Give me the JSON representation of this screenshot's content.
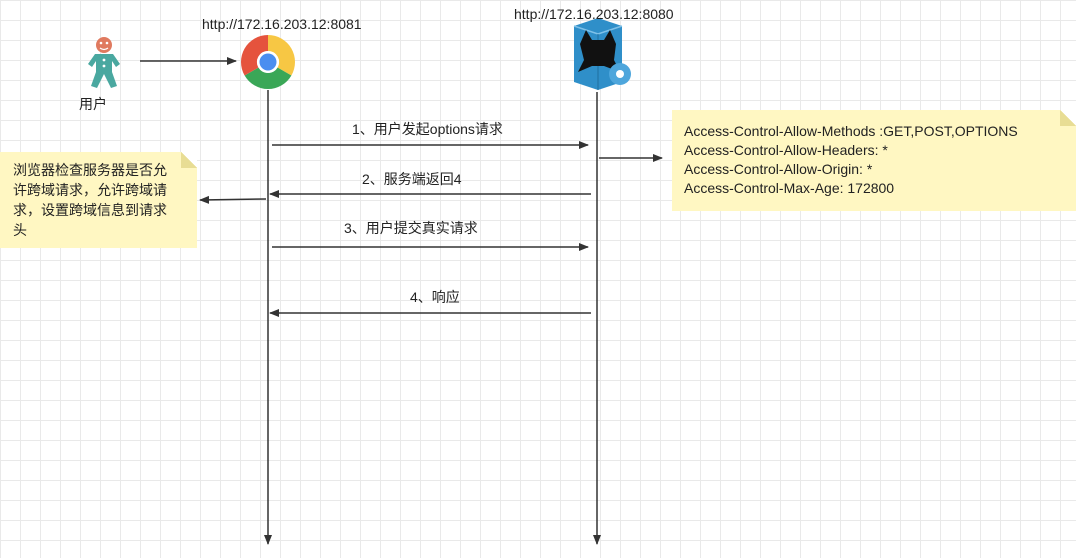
{
  "actors": {
    "user": {
      "label": "用户",
      "icon": "user-figure-icon"
    },
    "browser": {
      "url": "http://172.16.203.12:8081",
      "icon": "chrome-icon"
    },
    "server": {
      "url": "http://172.16.203.12:8080",
      "icon": "tomcat-icon"
    }
  },
  "messages": [
    {
      "label": "1、用户发起options请求"
    },
    {
      "label": "2、服务端返回4"
    },
    {
      "label": "3、用户提交真实请求"
    },
    {
      "label": "4、响应"
    }
  ],
  "notes": {
    "left": {
      "lines": [
        "浏览器检查服务器是否允",
        "许跨域请求，允许跨域请",
        "求，设置跨域信息到请求",
        "头"
      ]
    },
    "right": {
      "lines": [
        "Access-Control-Allow-Methods :GET,POST,OPTIONS",
        "Access-Control-Allow-Headers: *",
        "Access-Control-Allow-Origin: *",
        "Access-Control-Max-Age: 172800"
      ]
    }
  },
  "colors": {
    "note_fill": "#fff7c2",
    "line": "#333333",
    "user_icon": "#4aa8a0",
    "chrome_red": "#e5533d",
    "chrome_yellow": "#f7c744",
    "chrome_green": "#3aa757",
    "chrome_blue": "#4a8ef0",
    "tomcat_box": "#2f8fc9"
  }
}
